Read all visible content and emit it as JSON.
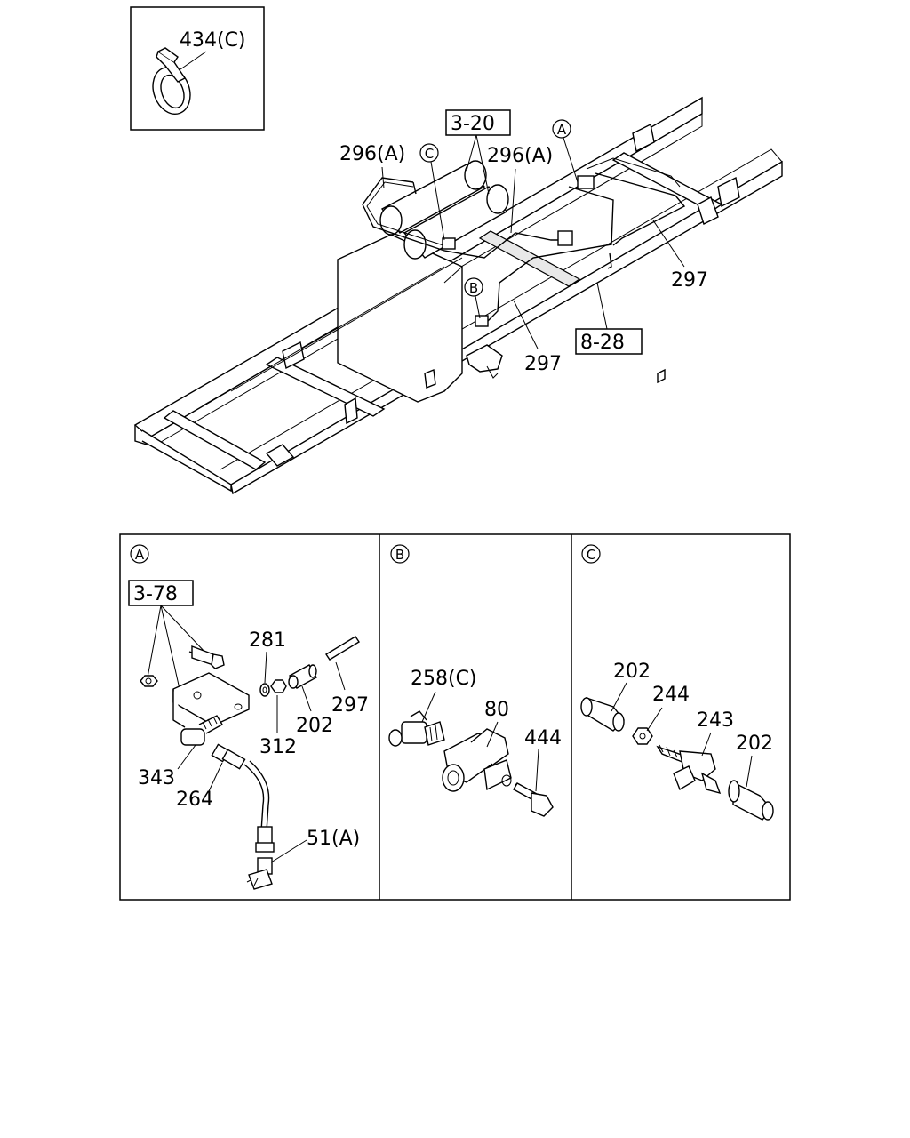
{
  "inset": {
    "clip_label": "434(C)"
  },
  "main": {
    "ref_3_20": "3-20",
    "ref_8_28": "8-28",
    "callout_A": "A",
    "callout_B": "B",
    "callout_C": "C",
    "pipe_296a_left": "296(A)",
    "pipe_296a_right": "296(A)",
    "pipe_297_right": "297",
    "pipe_297_bottom": "297"
  },
  "panel_a": {
    "title": "A",
    "ref_3_78": "3-78",
    "p281": "281",
    "p297": "297",
    "p312": "312",
    "p202": "202",
    "p343": "343",
    "p264": "264",
    "p51a": "51(A)"
  },
  "panel_b": {
    "title": "B",
    "p258c": "258(C)",
    "p80": "80",
    "p444": "444"
  },
  "panel_c": {
    "title": "C",
    "p202a": "202",
    "p244": "244",
    "p243": "243",
    "p202b": "202"
  }
}
